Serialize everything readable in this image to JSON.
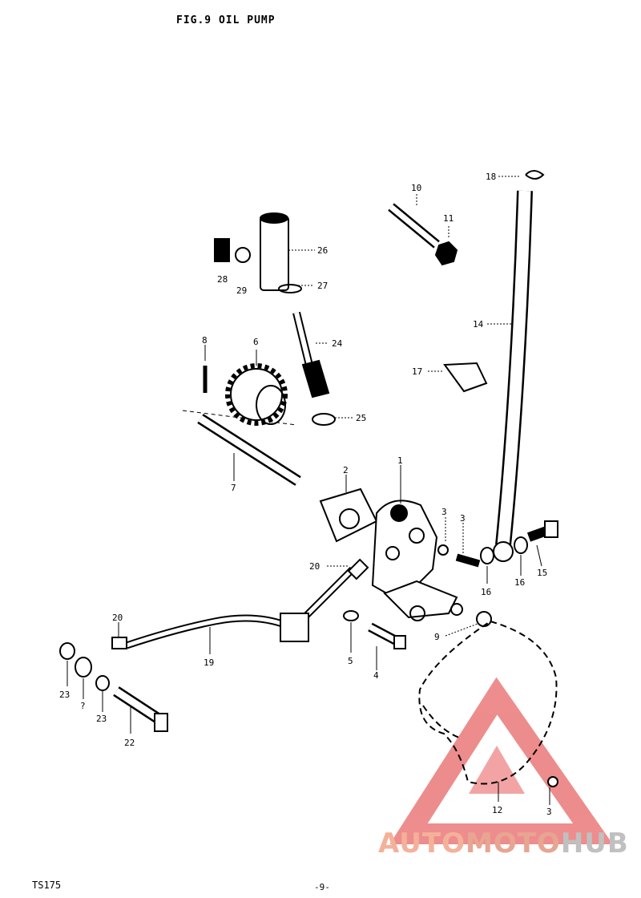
{
  "header": {
    "title": "FIG.9  OIL PUMP"
  },
  "footer": {
    "model": "TS175",
    "page": "-9-"
  },
  "watermark": {
    "part1": "AUTO",
    "part2": "MOTO",
    "part3": "HUB",
    "colors": {
      "red": "#e03030",
      "grey": "#b0b0b0"
    }
  },
  "callouts": {
    "c1": "1",
    "c2": "2",
    "c3a": "3",
    "c3b": "3",
    "c3c": "3",
    "c4": "4",
    "c5": "5",
    "c6": "6",
    "c7": "7",
    "c8": "8",
    "c9": "9",
    "c10": "10",
    "c11": "11",
    "c12": "12",
    "c14": "14",
    "c15": "15",
    "c16a": "16",
    "c16b": "16",
    "c17": "17",
    "c18": "18",
    "c19": "19",
    "c20a": "20",
    "c20b": "20",
    "c22": "22",
    "c23a": "23",
    "c23b": "23",
    "c24": "24",
    "c25": "25",
    "c26": "26",
    "c27": "27",
    "c28": "28",
    "c29": "29",
    "cq": "?"
  }
}
